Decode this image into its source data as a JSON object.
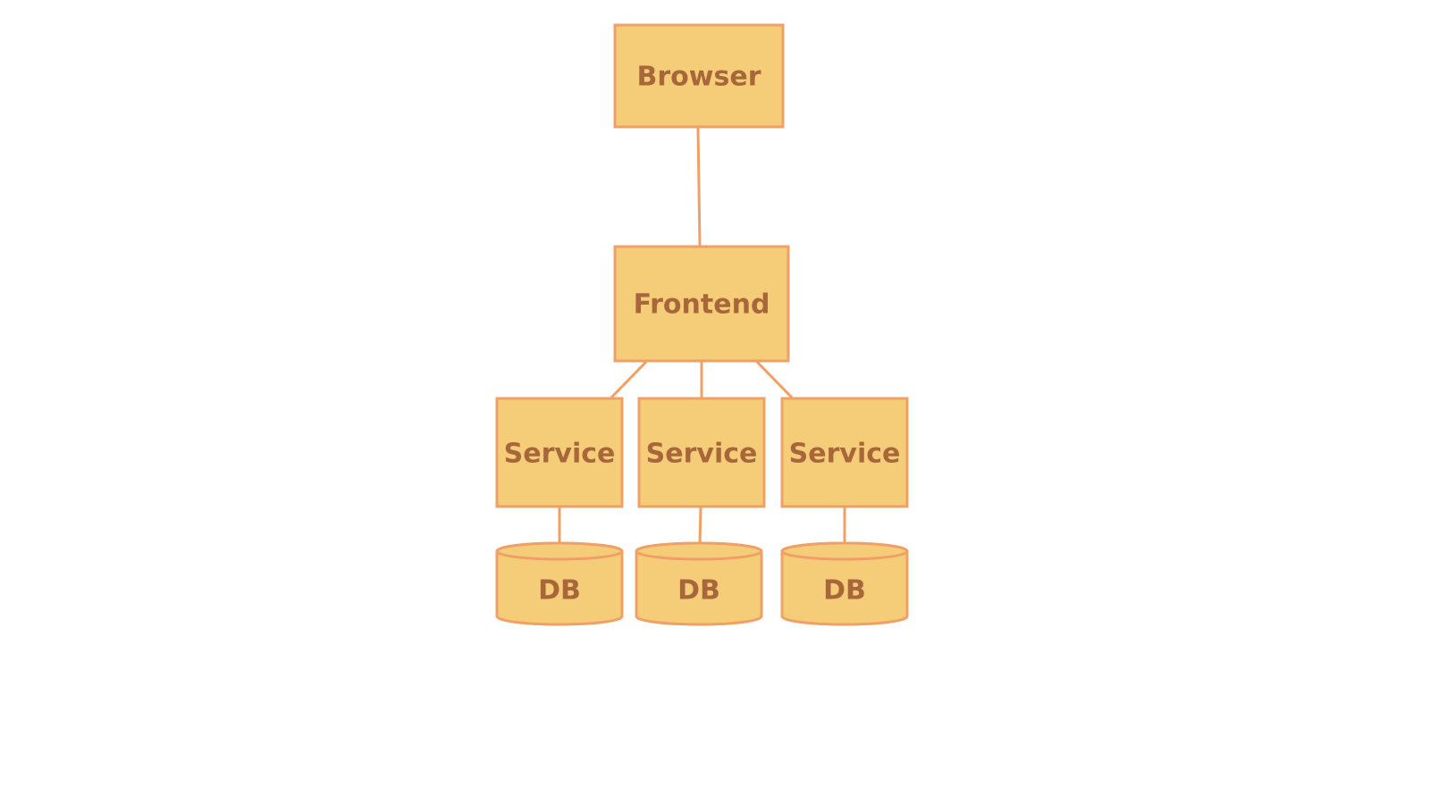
{
  "colors": {
    "fill": "#f5cd79",
    "stroke": "#f0a066",
    "text": "#a8673a",
    "background": "#ffffff"
  },
  "nodes": {
    "browser": {
      "label": "Browser",
      "shape": "rectangle"
    },
    "frontend": {
      "label": "Frontend",
      "shape": "rectangle"
    },
    "services": [
      {
        "label": "Service",
        "shape": "rectangle"
      },
      {
        "label": "Service",
        "shape": "rectangle"
      },
      {
        "label": "Service",
        "shape": "rectangle"
      }
    ],
    "databases": [
      {
        "label": "DB",
        "shape": "cylinder"
      },
      {
        "label": "DB",
        "shape": "cylinder"
      },
      {
        "label": "DB",
        "shape": "cylinder"
      }
    ]
  },
  "edges": [
    {
      "from": "browser",
      "to": "frontend"
    },
    {
      "from": "frontend",
      "to": "services.0"
    },
    {
      "from": "frontend",
      "to": "services.1"
    },
    {
      "from": "frontend",
      "to": "services.2"
    },
    {
      "from": "services.0",
      "to": "databases.0"
    },
    {
      "from": "services.1",
      "to": "databases.1"
    },
    {
      "from": "services.2",
      "to": "databases.2"
    }
  ]
}
